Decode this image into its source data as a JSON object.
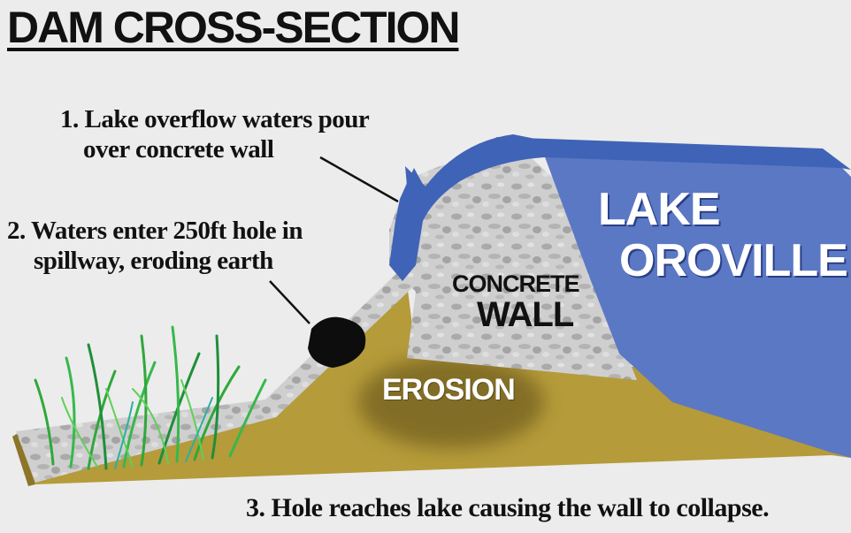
{
  "title": "DAM CROSS-SECTION",
  "annotations": {
    "step1": {
      "line1": "1. Lake overflow waters pour",
      "line2": "over concrete wall"
    },
    "step2": {
      "line1": "2. Waters enter 250ft hole in",
      "line2": "spillway, eroding earth"
    },
    "step3": "3. Hole reaches lake causing the wall to collapse."
  },
  "labels": {
    "lake": {
      "line1": "LAKE",
      "line2": "OROVILLE"
    },
    "wall": {
      "line1": "CONCRETE",
      "line2": "WALL"
    },
    "erosion": "EROSION"
  },
  "colors": {
    "background": "#ececec",
    "water": "#5b78c4",
    "water_dark": "#3f63b6",
    "earth": "#b59b3a",
    "concrete": "#c9c9c9",
    "grass": "#2fa83a",
    "text": "#111111",
    "label_light": "#ffffff"
  }
}
